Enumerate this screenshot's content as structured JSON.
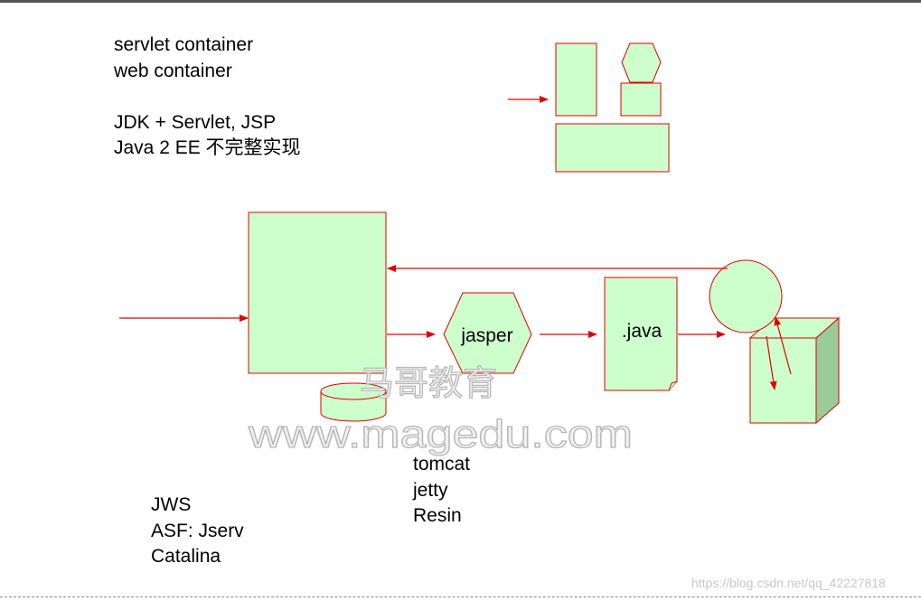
{
  "intro_lines": [
    "servlet container",
    "web container",
    "",
    "JDK + Servlet, JSP",
    "Java 2 EE 不完整实现"
  ],
  "nodes": {
    "jasper": "jasper",
    "java_file": ".java"
  },
  "servers": [
    "tomcat",
    "jetty",
    "Resin"
  ],
  "history": [
    "JWS",
    "ASF: Jserv",
    "Catalina"
  ],
  "watermark": {
    "cn": "马哥教育",
    "url": "www.magedu.com"
  },
  "credit": "https://blog.csdn.net/qq_42227818",
  "colors": {
    "fill": "#ccffcc",
    "stroke": "#e00000",
    "side": "#99cc99"
  }
}
